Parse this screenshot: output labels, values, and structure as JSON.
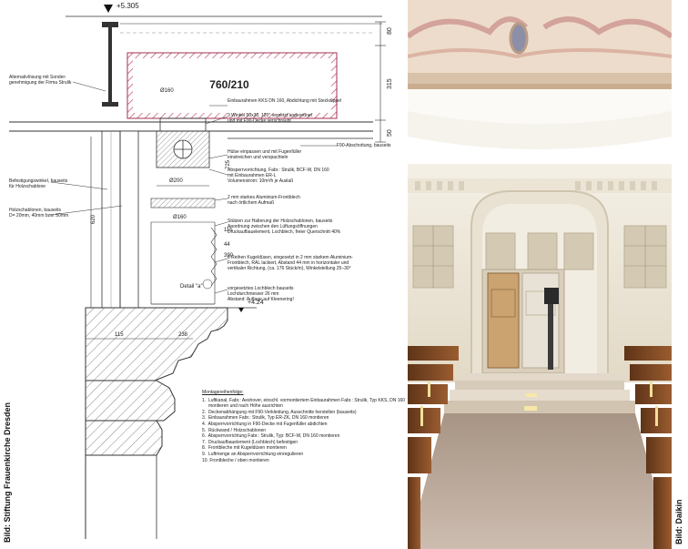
{
  "drawing": {
    "level_top": "+5.305",
    "level_bottom": "+4.24",
    "duct_label": "760/210",
    "dims_right": [
      "80",
      "315",
      "50"
    ],
    "dim_d160_top": "Ø160",
    "dim_d160_mid": "Ø160",
    "dim_d200": "Ø200",
    "dim_725": "725",
    "dim_115": "115",
    "dim_390": "390",
    "dim_620": "620",
    "dim_44": "44",
    "dim_bottom_115": "115",
    "dim_bottom_238": "238",
    "detail_label": "Detail \"a\"",
    "left_annotations": [
      "Alternativlösung mit Sonder-\ngenehmigung der Firma Strulik",
      "Befestigungswinkel, bauseits\nfür Holzschablone",
      "Holzschablonen, bauseits\nD= 20mm, 40mm bzw. 50mm"
    ],
    "right_annotations": [
      "Einbaurahmen KKS DN 160, Abdichtung mit Steckdippel",
      "3 Winkel 50x30, 120° versetzt angeordnet\nund mit F90-Decke verschraubt",
      "F90-Abschottung, bauseits",
      "Hülse einpassen und mit Fugenfüller\neinstreichen und verspachteln",
      "Absperrvorrichtung, Fabr.: Strulik, BCF-W, DN 160\nmit Einbaurahmen ER-L\nVolumenstrom: 10m³/h je Auslaß",
      "2 mm starkes Aluminium-Frontblech\nnach örtlichem Aufmaß",
      "Stützen zur Halterung der Holzschablonen, bauseits\nAnordnung zwischen den Lüftungsöffnungen\nDruckaufbauelement, Lochblech, freier Querschnitt 40%",
      "8 Reihen Kugeldüsen, eingesetzt in 2 mm starkem Aluminium-\nFrontblech, RAL lackiert, Abstand 44 mm in horizontaler und\nvertikaler Richtung, (ca. 176 Stück/m), Winkelstellung 25–30°",
      "vorgesetztes Lochblech bauseits\nLochdurchmesser 26 mm\nAbstand: Auflage auf Kleenering!"
    ],
    "assembly_title": "Montagereihenfolge:",
    "assembly_steps": [
      "1.  Luftkanal, Fabr.: Aeshover, einschl. vormontiertem Einbaurahmen Fabr.: Strulik, Typ KKS, DN 160",
      "     montieren und nach Höhe ausrichten",
      "2.  Deckenabhängung mit F90-Verkleidung, Ausschnitte herstellen (bauseits)",
      "3.  Einbaurahmen Fabr.: Strulik, Typ ER-ZK, DN 160 montieren",
      "4.  Absperrvorrichtung in F90-Decke mit Fugenfüller abdichten",
      "5.  Rückwand / Holzschablonen",
      "6.  Absperrvorrichtung Fabr.: Strulik, Typ: BCF-W, DN 160 montieren",
      "7.  Druckaufbauelement (Lochblech) befestigen",
      "8.  Frontbleche mit Kugeldüsen montieren",
      "9.  Luftmenge an Absperrvorrichtung einregulieren",
      "10. Frontbleche / oben montieren"
    ],
    "credit": "Bild: Stiftung Frauenkirche Dresden"
  },
  "photo": {
    "credit": "Bild: Daikin"
  },
  "colors": {
    "duct_fill": "#f3dede",
    "duct_hatch": "#c0506a",
    "line": "#333333",
    "wall_bg": "#f2ede2",
    "floor": "#b7a698",
    "pew": "#8a4f2a",
    "ceiling": "#ead8c6"
  }
}
